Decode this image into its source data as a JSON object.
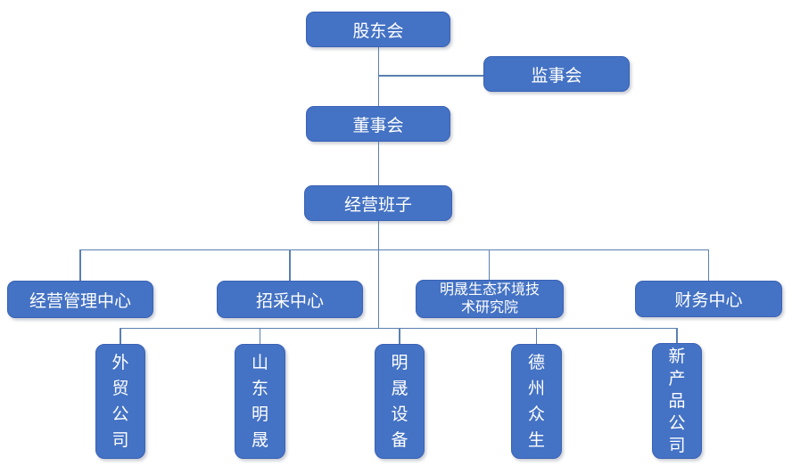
{
  "colors": {
    "box_fill": "#4472C4",
    "box_border": "#3A62B5",
    "line": "#5B80B0",
    "text": "#FFFFFF",
    "background": "#FFFFFF"
  },
  "nodes": {
    "shareholders": {
      "label": "股东会"
    },
    "supervisory_board": {
      "label": "监事会"
    },
    "board_of_directors": {
      "label": "董事会"
    },
    "management_team": {
      "label": "经营班子"
    },
    "operation_management_center": {
      "label": "经营管理中心"
    },
    "procurement_center": {
      "label": "招采中心"
    },
    "research_institute": {
      "label": "明晟生态环境技术研究院",
      "lines": [
        "明晟生态环境技",
        "术研究院"
      ]
    },
    "finance_center": {
      "label": "财务中心"
    },
    "foreign_trade_company": {
      "label": "外贸公司"
    },
    "shandong_mingsheng": {
      "label": "山东明晟"
    },
    "mingsheng_equipment": {
      "label": "明晟设备"
    },
    "dezhou_zhongsheng": {
      "label": "德州众生"
    },
    "new_product_company": {
      "label": "新产品公司"
    }
  },
  "edges": [
    {
      "from": "股东会",
      "to": "监事会"
    },
    {
      "from": "股东会",
      "to": "董事会"
    },
    {
      "from": "董事会",
      "to": "经营班子"
    },
    {
      "from": "经营班子",
      "to": "经营管理中心"
    },
    {
      "from": "经营班子",
      "to": "招采中心"
    },
    {
      "from": "经营班子",
      "to": "明晟生态环境技术研究院"
    },
    {
      "from": "经营班子",
      "to": "财务中心"
    },
    {
      "from": "经营班子",
      "to": "外贸公司"
    },
    {
      "from": "经营班子",
      "to": "山东明晟"
    },
    {
      "from": "经营班子",
      "to": "明晟设备"
    },
    {
      "from": "经营班子",
      "to": "德州众生"
    },
    {
      "from": "经营班子",
      "to": "新产品公司"
    }
  ]
}
